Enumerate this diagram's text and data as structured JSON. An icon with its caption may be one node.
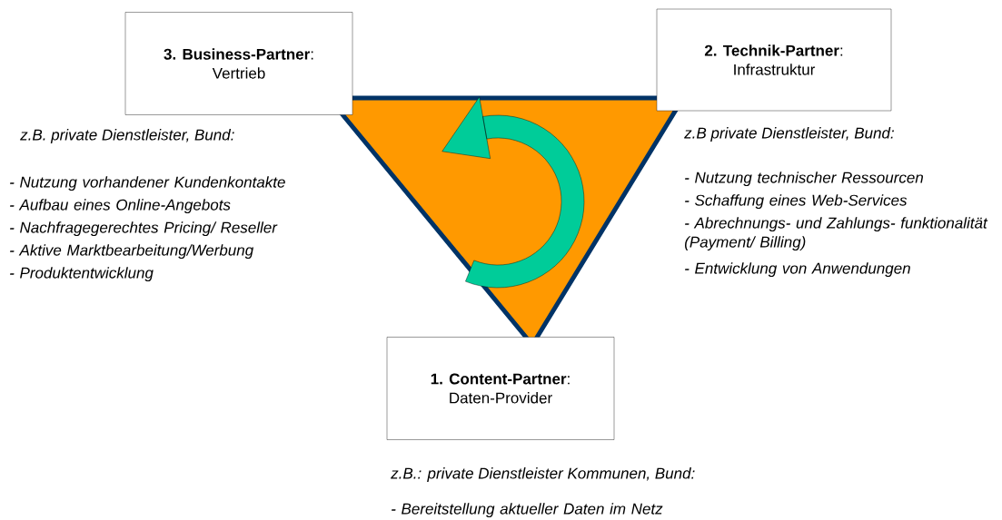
{
  "diagram": {
    "nodes": [
      {
        "text": [
          "**3. Business-Partner**:",
          "Vertrieb"
        ],
        "beside": [
          "z.B. private Dienstleister, Bund:",
          "- Nutzung vorhandener Kundenkontakte",
          "- Aufbau eines Online-Angebots",
          "- Nachfragegerechtes Pricing/ Reseller",
          "- Aktive Marktbearbeitung/Werbung",
          "- Produktentwicklung"
        ]
      },
      {
        "text": [
          "**2. Technik-Partner**:",
          "Infrastruktur"
        ],
        "beside": [
          "z.B private Dienstleister, Bund:",
          "- Nutzung technischer Ressourcen",
          "- Schaffung eines Web-Services",
          "- Abrechnungs- und Zahlungs- funktionalität (Payment/ Billing)",
          "- Entwicklung von Anwendungen"
        ]
      },
      {
        "text": [
          "**1. Content-Partner**:",
          "Daten-Provider"
        ],
        "beside": [
          "z.B.: private Dienstleister Kommunen, Bund:",
          "- Bereitstellung aktueller Daten im Netz"
        ]
      }
    ]
  }
}
